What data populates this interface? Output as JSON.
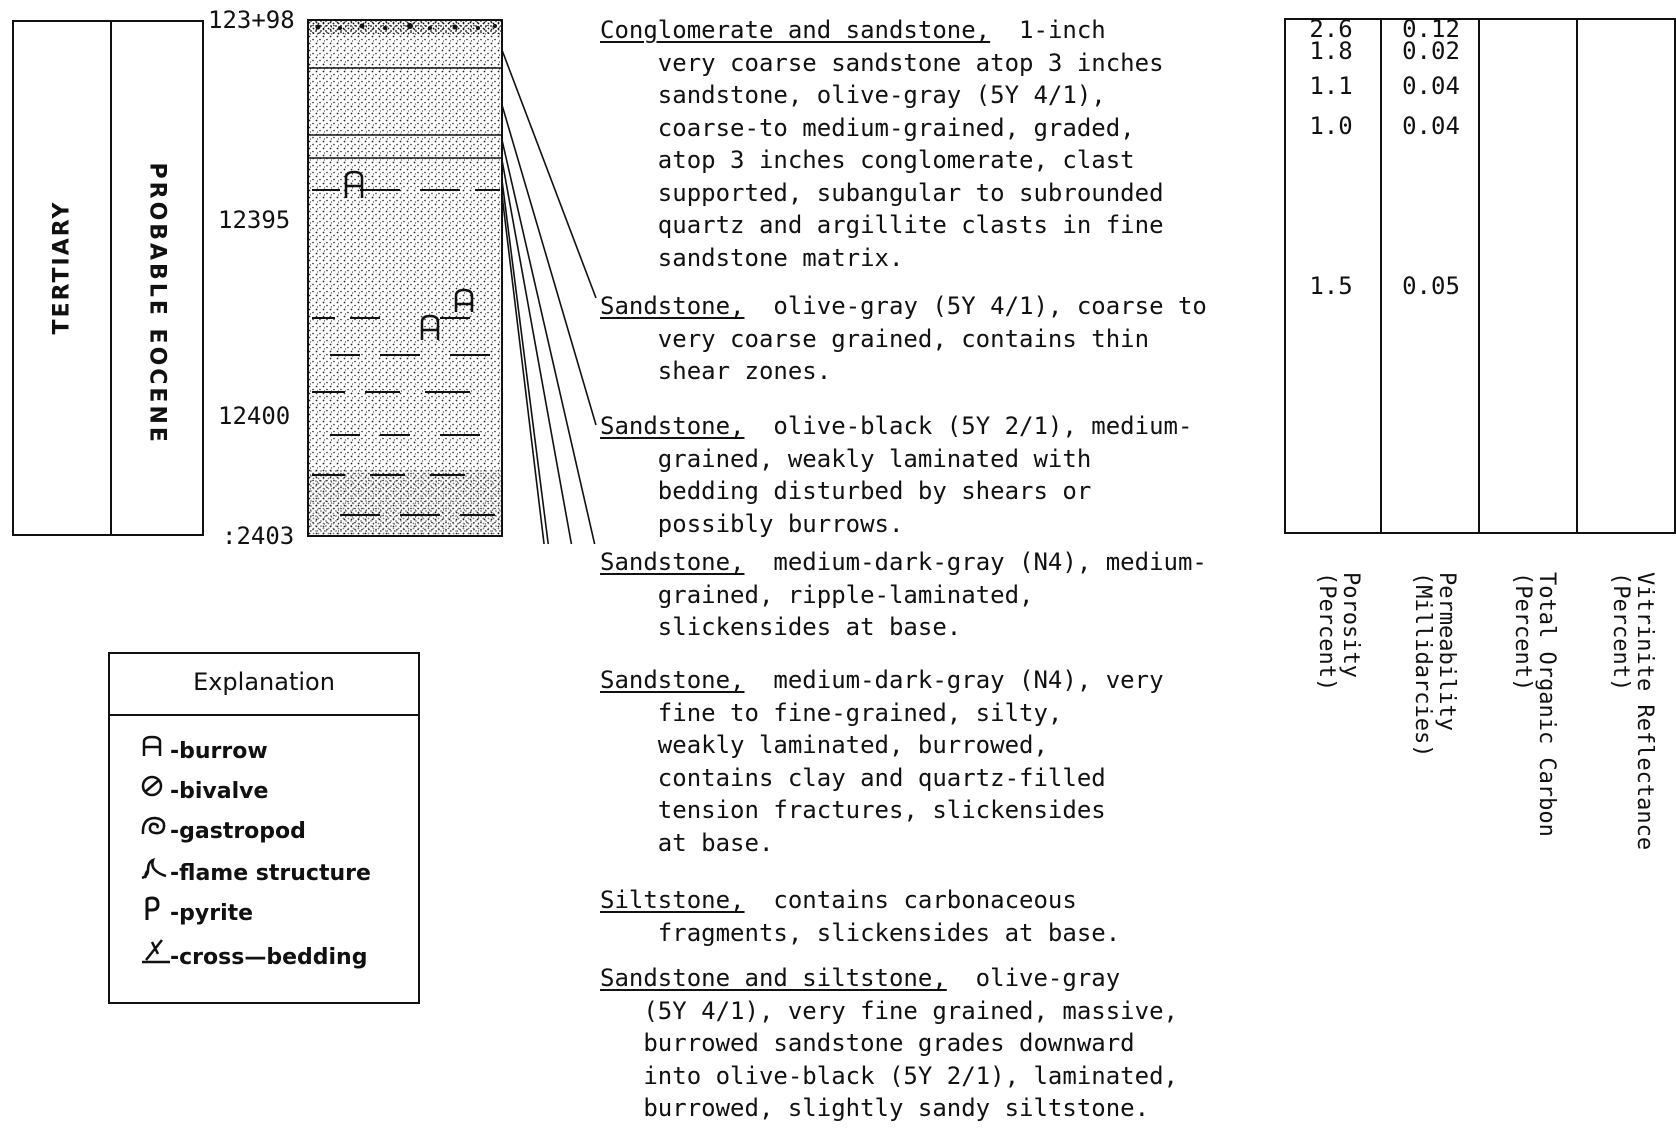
{
  "columns": {
    "system": "TERTIARY",
    "series": "PROBABLE EOCENE"
  },
  "depths": [
    {
      "label": "123+98"
    },
    {
      "label": "12395"
    },
    {
      "label": "12400"
    },
    {
      "label": ":2403"
    }
  ],
  "descriptions": [
    {
      "head": "Conglomerate and sandstone,",
      "text": "  1-inch\n    very coarse sandstone atop 3 inches\n    sandstone, olive-gray (5Y 4/1),\n    coarse-to medium-grained, graded,\n    atop 3 inches conglomerate, clast\n    supported, subangular to subrounded\n    quartz and argillite clasts in fine\n    sandstone matrix."
    },
    {
      "head": "Sandstone,",
      "text": "  olive-gray (5Y 4/1), coarse to\n    very coarse grained, contains thin\n    shear zones."
    },
    {
      "head": "Sandstone,",
      "text": "  olive-black (5Y 2/1), medium-\n    grained, weakly laminated with\n    bedding disturbed by shears or\n    possibly burrows."
    },
    {
      "head": "Sandstone,",
      "text": "  medium-dark-gray (N4), medium-\n    grained, ripple-laminated,\n    slickensides at base."
    },
    {
      "head": "Sandstone,",
      "text": "  medium-dark-gray (N4), very\n    fine to fine-grained, silty,\n    weakly laminated, burrowed,\n    contains clay and quartz-filled\n    tension fractures, slickensides\n    at base."
    },
    {
      "head": "Siltstone,",
      "text": "  contains carbonaceous\n    fragments, slickensides at base."
    },
    {
      "head": "Sandstone and siltstone,",
      "text": "  olive-gray\n   (5Y 4/1), very fine grained, massive,\n   burrowed sandstone grades downward\n   into olive-black (5Y 2/1), laminated,\n   burrowed, slightly sandy siltstone."
    }
  ],
  "measurements": {
    "headers": {
      "porosity": "Porosity\n(Percent)",
      "permeability": "Permeability\n(Millidarcies)",
      "toc": "Total Organic Carbon\n(Percent)",
      "vitrinite": "Vitrinite Reflectance\n(Percent)"
    },
    "rows": [
      {
        "porosity": "2.6",
        "permeability": "0.12"
      },
      {
        "porosity": "1.8",
        "permeability": "0.02"
      },
      {
        "porosity": "1.1",
        "permeability": "0.04"
      },
      {
        "porosity": "1.0",
        "permeability": "0.04"
      },
      {
        "porosity": "1.5",
        "permeability": "0.05"
      }
    ]
  },
  "legend": {
    "title": "Explanation",
    "items": [
      {
        "symbol": "burrow-icon",
        "label": "-burrow"
      },
      {
        "symbol": "bivalve-icon",
        "label": "-bivalve"
      },
      {
        "symbol": "gastropod-icon",
        "label": "-gastropod"
      },
      {
        "symbol": "flame-structure-icon",
        "label": "-flame structure"
      },
      {
        "symbol": "pyrite-icon",
        "label": "-pyrite"
      },
      {
        "symbol": "cross-bedding-icon",
        "label": "-cross—bedding"
      }
    ]
  }
}
